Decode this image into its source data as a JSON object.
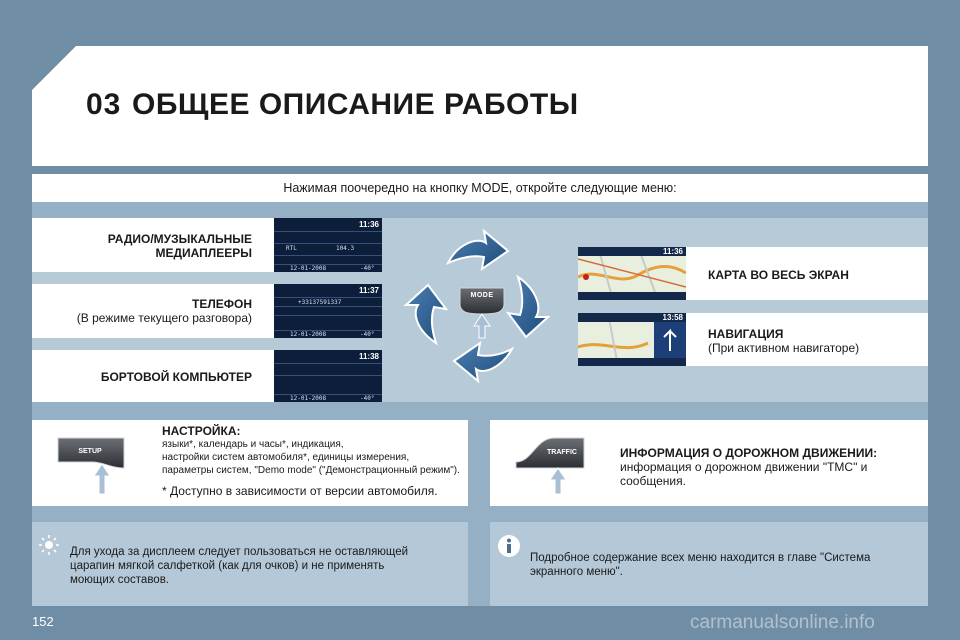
{
  "header": {
    "chapter": "03",
    "title": "ОБЩЕЕ ОПИСАНИЕ РАБОТЫ"
  },
  "intro": "Нажимая поочередно на кнопку MODE, откройте следующие меню:",
  "menus": {
    "radio": {
      "title_line1": "РАДИО/МУЗЫКАЛЬНЫЕ",
      "title_line2": "МЕДИАПЛЕЕРЫ"
    },
    "phone": {
      "title": "ТЕЛЕФОН",
      "sub": "(В режиме текущего разговора)"
    },
    "computer": {
      "title": "БОРТОВОЙ КОМПЬЮТЕР"
    },
    "map": {
      "title": "КАРТА ВО ВЕСЬ ЭКРАН"
    },
    "nav": {
      "title": "НАВИГАЦИЯ",
      "sub": "(При активном навигаторе)"
    }
  },
  "screens": {
    "radio": {
      "time": "11:36",
      "station": "RTL",
      "freq": "104.3",
      "date": "12-01-2008",
      "temp": "-40°"
    },
    "phone": {
      "time": "11:37",
      "number": "+33137591337",
      "date": "12-01-2008",
      "temp": "-40°"
    },
    "computer": {
      "time": "11:38",
      "date": "12-01-2008",
      "temp": "-40°"
    },
    "map": {
      "time": "11:36"
    },
    "nav": {
      "time": "13:58"
    }
  },
  "mode_button": {
    "label": "MODE"
  },
  "setup": {
    "button_label": "SETUP",
    "title": "НАСТРОЙКА:",
    "line1": "языки*, календарь и часы*, индикация,",
    "line2": "настройки систем автомобиля*, единицы измерения,",
    "line3": "параметры систем, \"Demo mode\" (\"Демонстрационный режим\").",
    "footnote": "* Доступно в зависимости от версии автомобиля."
  },
  "traffic": {
    "button_label": "TRAFFIC",
    "title": "ИНФОРМАЦИЯ О ДОРОЖНОМ ДВИЖЕНИИ:",
    "line1": "информация о дорожном движении \"TMC\" и",
    "line2": "сообщения."
  },
  "care_note": {
    "line1": "Для ухода за дисплеем следует пользоваться не оставляющей",
    "line2": "царапин мягкой салфеткой (как для очков) и не применять",
    "line3": "моющих составов."
  },
  "info_note": {
    "line1": "Подробное содержание всех меню находится в главе \"Система",
    "line2": "экранного меню\"."
  },
  "page_number": "152",
  "watermark": "carmanualsonline.info",
  "colors": {
    "background": "#6f8ea5",
    "panel": "#95afc4",
    "strip": "#b7cad8",
    "arrow": "#2c5c8a"
  }
}
